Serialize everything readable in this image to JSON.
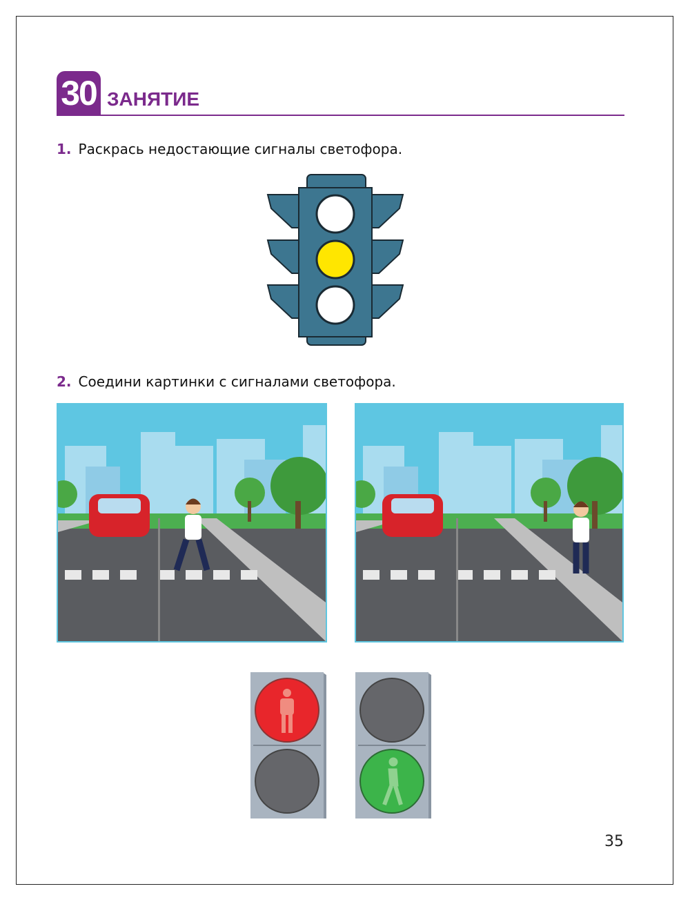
{
  "lesson": {
    "number": "30",
    "title": "ЗАНЯТИЕ"
  },
  "tasks": [
    {
      "number": "1.",
      "text": "Раскрась недостающие сигналы светофора."
    },
    {
      "number": "2.",
      "text": "Соедини картинки с сигналами светофора."
    }
  ],
  "colors": {
    "accent": "#7b2a8c",
    "yellow": "#ffe600",
    "red": "#e8262b",
    "green": "#3cb44a"
  },
  "page_number": "35"
}
